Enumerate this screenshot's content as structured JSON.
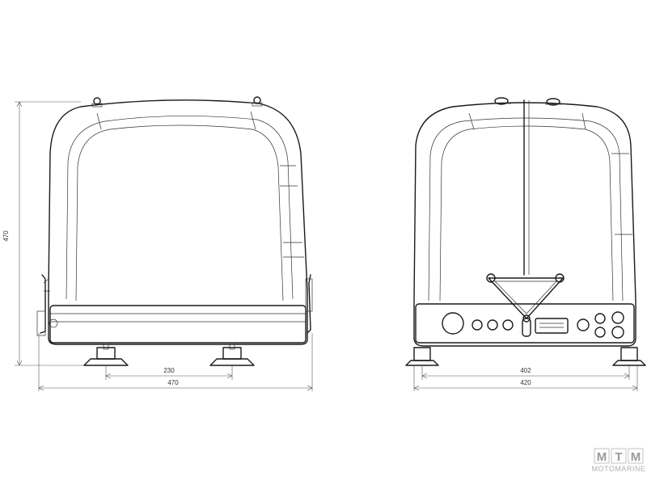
{
  "dimensions": {
    "left_height": "470",
    "left_inner_width": "230",
    "left_outer_width": "470",
    "right_inner_width": "402",
    "right_outer_width": "420"
  },
  "logo": {
    "letters": [
      "M",
      "T",
      "M"
    ],
    "subtitle": "MOTOMARINE"
  }
}
